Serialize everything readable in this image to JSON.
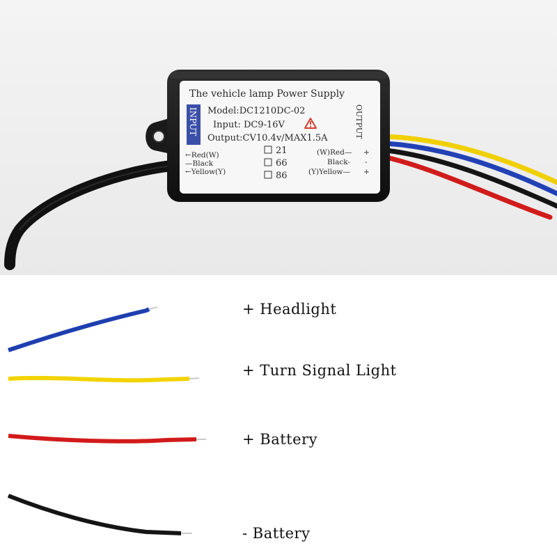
{
  "device": {
    "title": "The vehicle lamp Power Supply",
    "model": "Model:DC1210DC-02",
    "input": "Input: DC9-16V",
    "output": "Output:CV10.4v/MAX1.5A",
    "input_tag": "INPUT",
    "output_tag": "OUTPUT",
    "left_wires": [
      "←Red(W)",
      "—Black",
      "←Yellow(Y)"
    ],
    "checkboxes": [
      "21",
      "66",
      "86"
    ],
    "right_wires": [
      "(W)Red—",
      "Black-",
      "(Y)Yellow—"
    ],
    "right_polarity": [
      "+",
      "-",
      "+"
    ],
    "warning_icon": "warning-triangle-icon"
  },
  "legend": [
    {
      "label": "+ Headlight",
      "wire_color": "#1f3fb0"
    },
    {
      "label": "+ Turn Signal Light",
      "wire_color": "#f2d400"
    },
    {
      "label": "+ Battery",
      "wire_color": "#d21a1a"
    },
    {
      "label": "- Battery",
      "wire_color": "#151515"
    }
  ],
  "colors": {
    "input_tag_bg": "#3a4fa8",
    "warning": "#d63a2a"
  }
}
